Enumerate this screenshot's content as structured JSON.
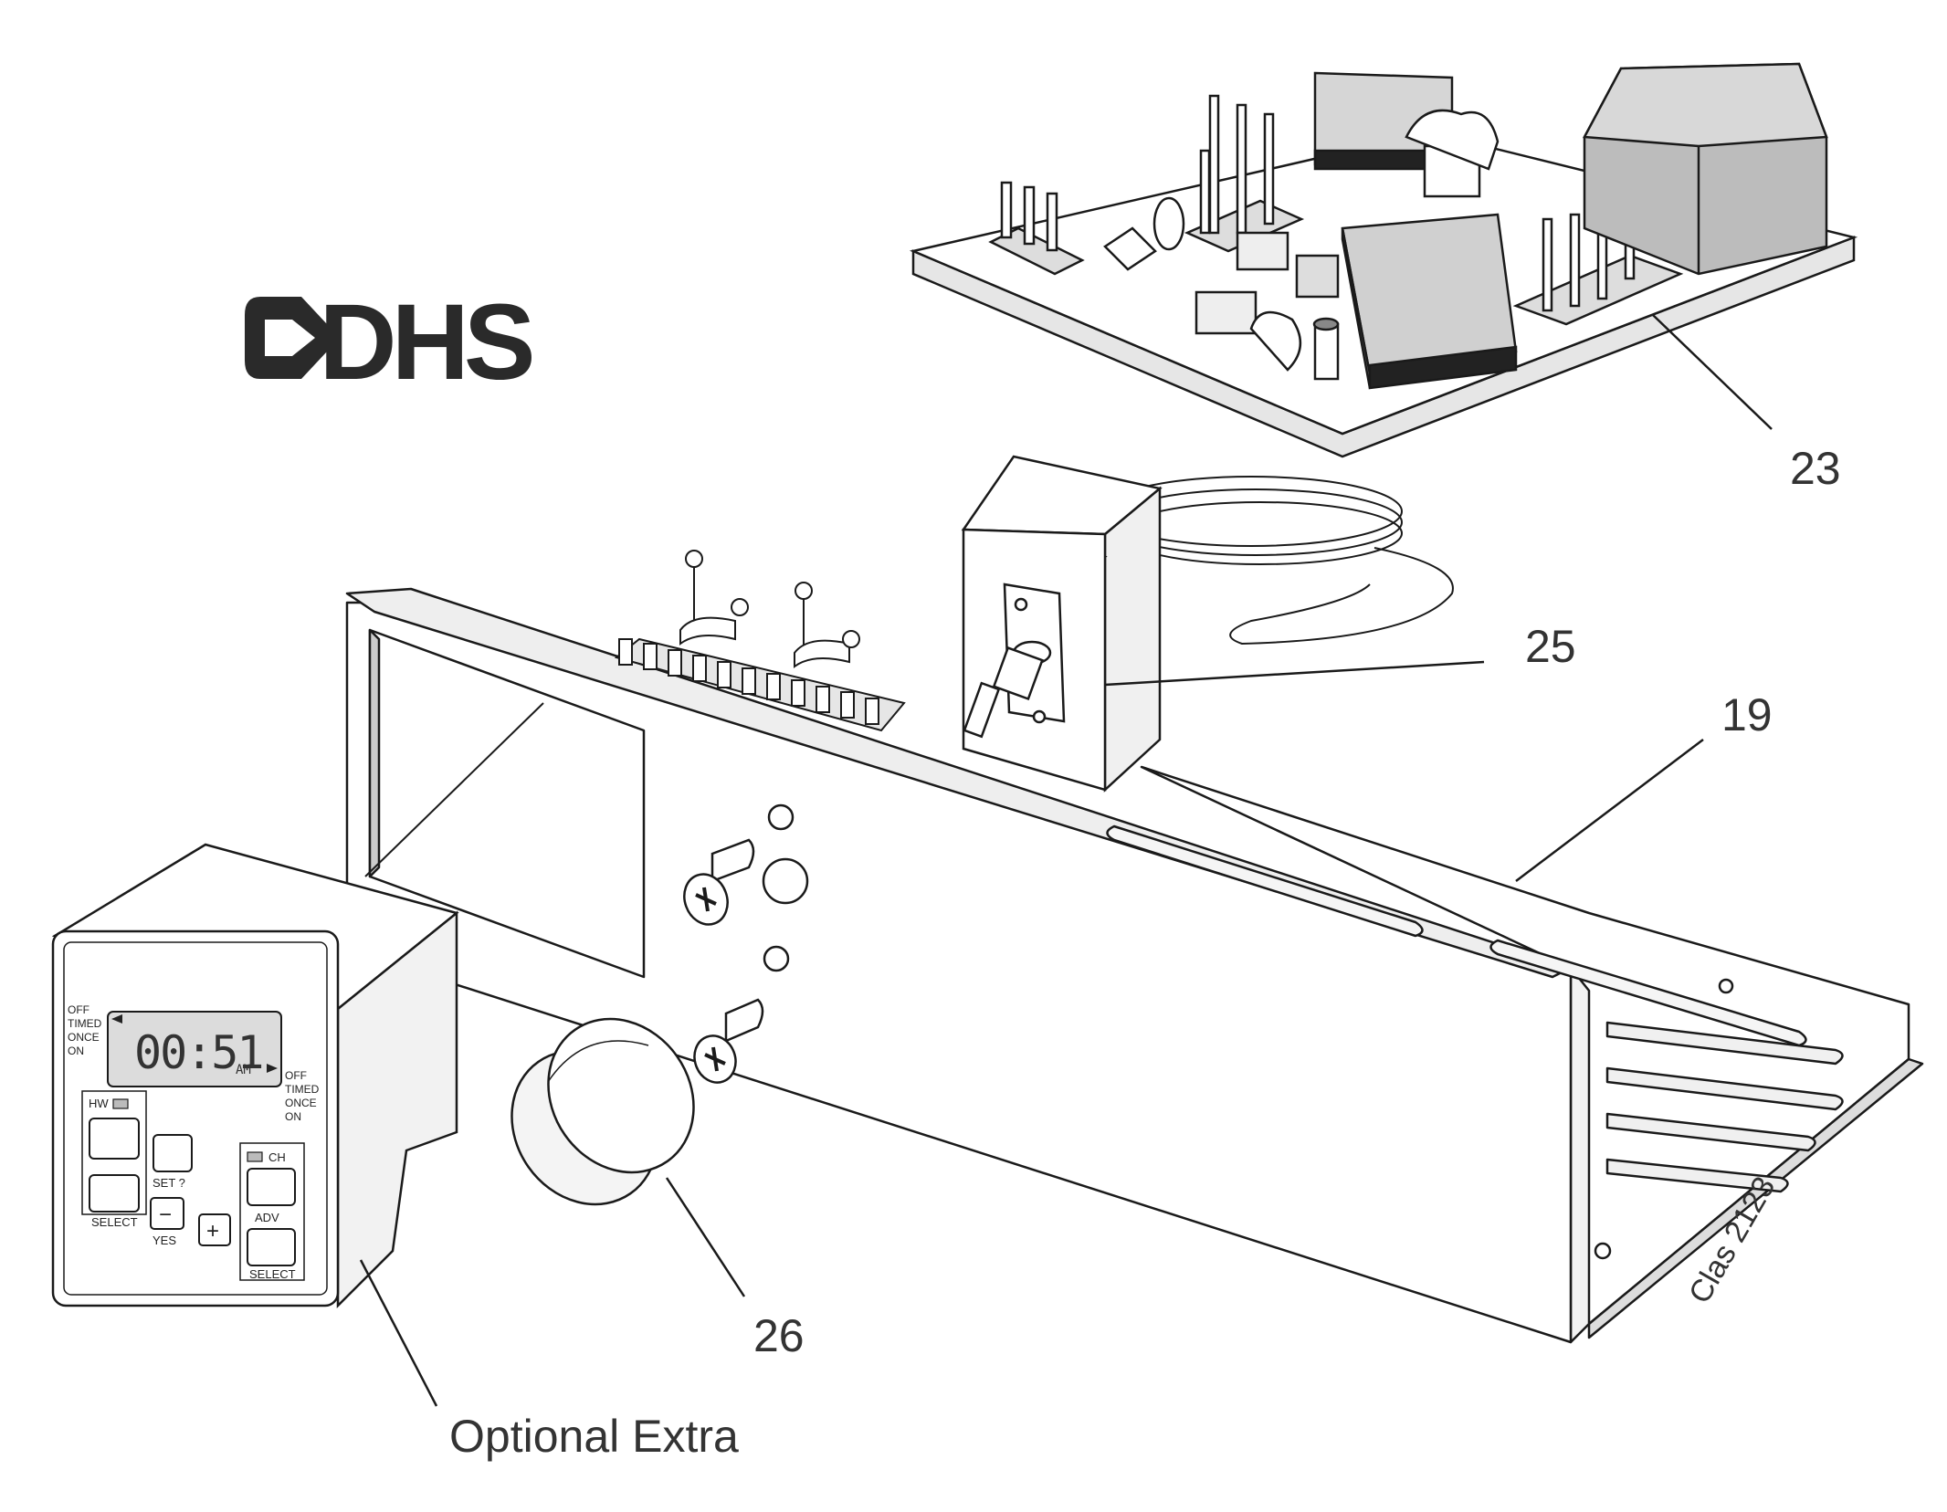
{
  "brand": {
    "logo_text": "DHS"
  },
  "callouts": {
    "pcb": "23",
    "thermostat": "25",
    "chassis": "19",
    "knob": "26",
    "timer": "Optional Extra"
  },
  "reference_code": "Clas 2123",
  "timer_panel": {
    "modes": [
      "OFF",
      "TIMED",
      "ONCE",
      "ON"
    ],
    "display_time": "00:51",
    "display_ampm": "AM",
    "hw_label": "HW",
    "ch_label": "CH",
    "set_label": "SET ?",
    "yes_label": "YES",
    "adv_label": "ADV",
    "select_label": "SELECT",
    "minus_label": "−",
    "plus_label": "+"
  },
  "colors": {
    "line": "#1a1a1a",
    "shade": "#c9c9c9",
    "dark": "#2a2a2a",
    "text": "#333333"
  }
}
